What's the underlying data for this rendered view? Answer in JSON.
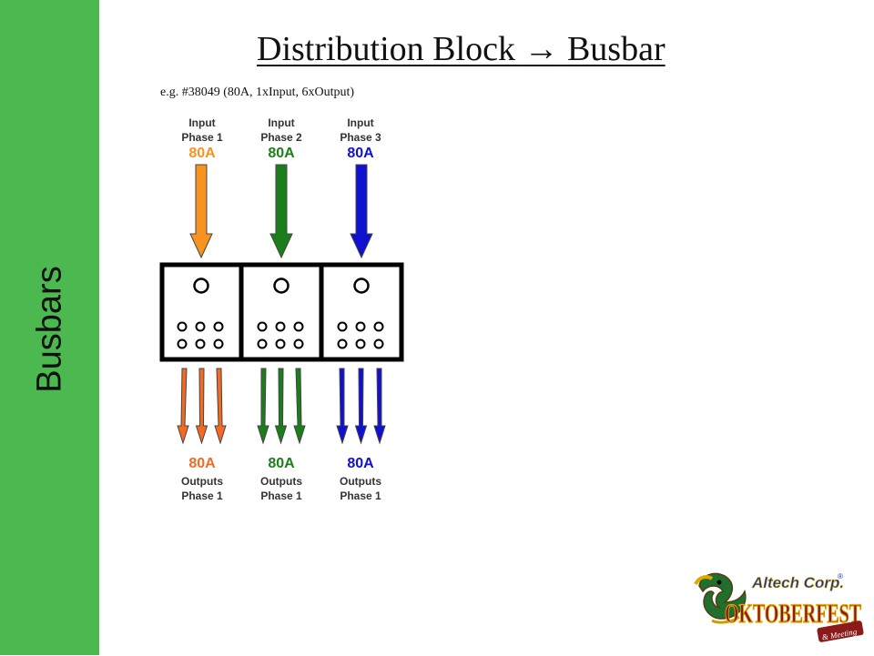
{
  "sidebar": {
    "label": "Busbars"
  },
  "title": {
    "text_main": "Distribution Block",
    "arrow": "→",
    "text_end": "Busbar"
  },
  "example": {
    "text": "e.g.  #38049 (80A, 1xInput, 6xOutput)"
  },
  "colors": {
    "phase1": "#f7931e",
    "phase1_out": "#f26b21",
    "phase2": "#1a7f1a",
    "phase3": "#1010d0",
    "sidebar": "#4bb94f"
  },
  "inputs": [
    {
      "line1": "Input",
      "line2": "Phase 1",
      "amps": "80A"
    },
    {
      "line1": "Input",
      "line2": "Phase 2",
      "amps": "80A"
    },
    {
      "line1": "Input",
      "line2": "Phase 3",
      "amps": "80A"
    }
  ],
  "outputs": [
    {
      "amps": "80A",
      "line1": "Outputs",
      "line2": "Phase 1"
    },
    {
      "amps": "80A",
      "line1": "Outputs",
      "line2": "Phase 1"
    },
    {
      "amps": "80A",
      "line1": "Outputs",
      "line2": "Phase 1"
    }
  ],
  "logo": {
    "brand": "Altech Corp.",
    "registered": "®",
    "event": "OKTOBERFEST",
    "tagline": "& Meeting"
  }
}
